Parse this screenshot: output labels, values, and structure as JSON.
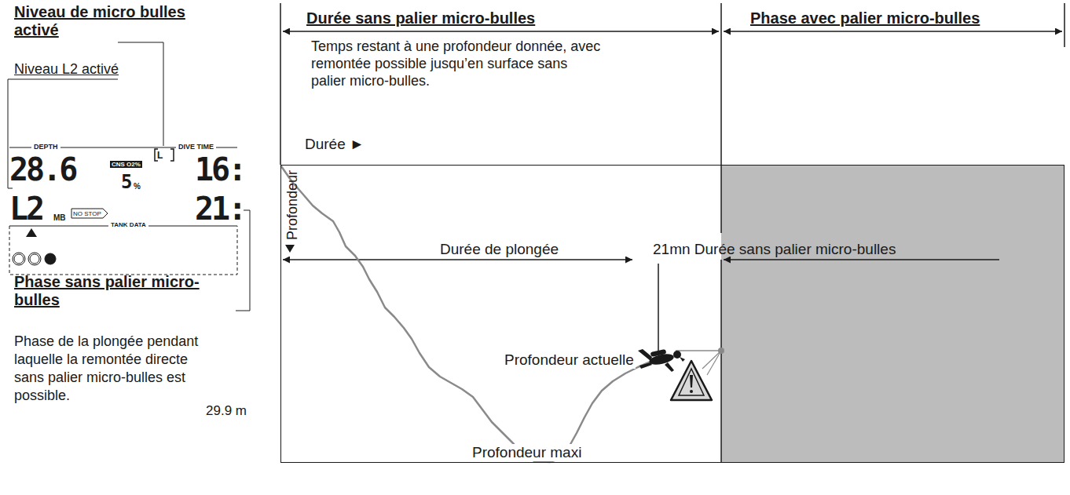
{
  "diagram": {
    "nodes": [
      {
        "text": [
          "DEPTH",
          "DIVE TIME",
          "L",
          "28.6",
          "16:",
          "CNS O2%",
          "5",
          "%",
          "L2",
          "MB",
          "NO STOP",
          "TANK DATA",
          "21:"
        ]
      },
      {
        "text": [
          "Durée ►",
          "Profondeur",
          "Durée de plongée",
          "21mn Durée sans palier micro-bulles",
          "Profondeur actuelle",
          "Profondeur maxi"
        ]
      }
    ],
    "labels": [
      "Niveau de micro bulles activé",
      "Niveau L2 activé",
      "Phase sans palier micro-bulles",
      "Phase de la plongée pendant laquelle la remontée directe sans palier micro-bulles est possible.",
      "29.9 m",
      "Durée sans palier micro-bulles",
      "Temps restant à une profondeur donnée, avec remontée possible jusqu’en surface sans palier micro-bulles.",
      "Phase avec palier micro-bulles"
    ]
  }
}
